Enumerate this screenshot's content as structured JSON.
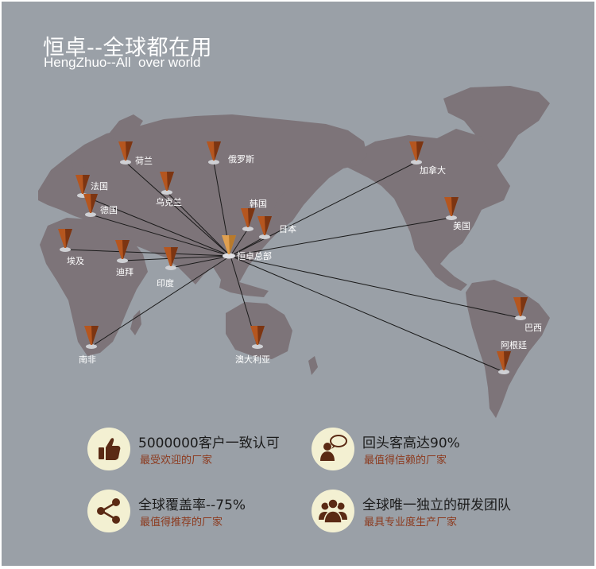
{
  "header": {
    "title": "恒卓--全球都在用",
    "subtitle": "HengZhuo--All  over world"
  },
  "map": {
    "hub_label": "恒卓总部",
    "locations": [
      {
        "id": "netherlands",
        "label": "荷兰"
      },
      {
        "id": "russia",
        "label": "俄罗斯"
      },
      {
        "id": "france",
        "label": "法国"
      },
      {
        "id": "ukraine",
        "label": "乌克兰"
      },
      {
        "id": "germany",
        "label": "德国"
      },
      {
        "id": "korea",
        "label": "韩国"
      },
      {
        "id": "japan",
        "label": "日本"
      },
      {
        "id": "egypt",
        "label": "埃及"
      },
      {
        "id": "dubai",
        "label": "迪拜"
      },
      {
        "id": "india",
        "label": "印度"
      },
      {
        "id": "south-africa",
        "label": "南非"
      },
      {
        "id": "australia",
        "label": "澳大利亚"
      },
      {
        "id": "canada",
        "label": "加拿大"
      },
      {
        "id": "usa",
        "label": "美国"
      },
      {
        "id": "brazil",
        "label": "巴西"
      },
      {
        "id": "argentina",
        "label": "阿根廷"
      }
    ],
    "colors": {
      "background": "#9aa0a7",
      "land": "#7d7479",
      "pin": "#b5561f",
      "line": "#1a1a1a"
    }
  },
  "features": [
    {
      "icon": "thumbs-up-icon",
      "title": "5000000客户一致认可",
      "subtitle": "最受欢迎的厂家"
    },
    {
      "icon": "speech-person-icon",
      "title": "回头客高达90%",
      "subtitle": "最值得信赖的厂家"
    },
    {
      "icon": "share-icon",
      "title": "全球覆盖率--75%",
      "subtitle": "最值得推荐的厂家"
    },
    {
      "icon": "team-icon",
      "title": "全球唯一独立的研发团队",
      "subtitle": "最具专业度生产厂家"
    }
  ]
}
